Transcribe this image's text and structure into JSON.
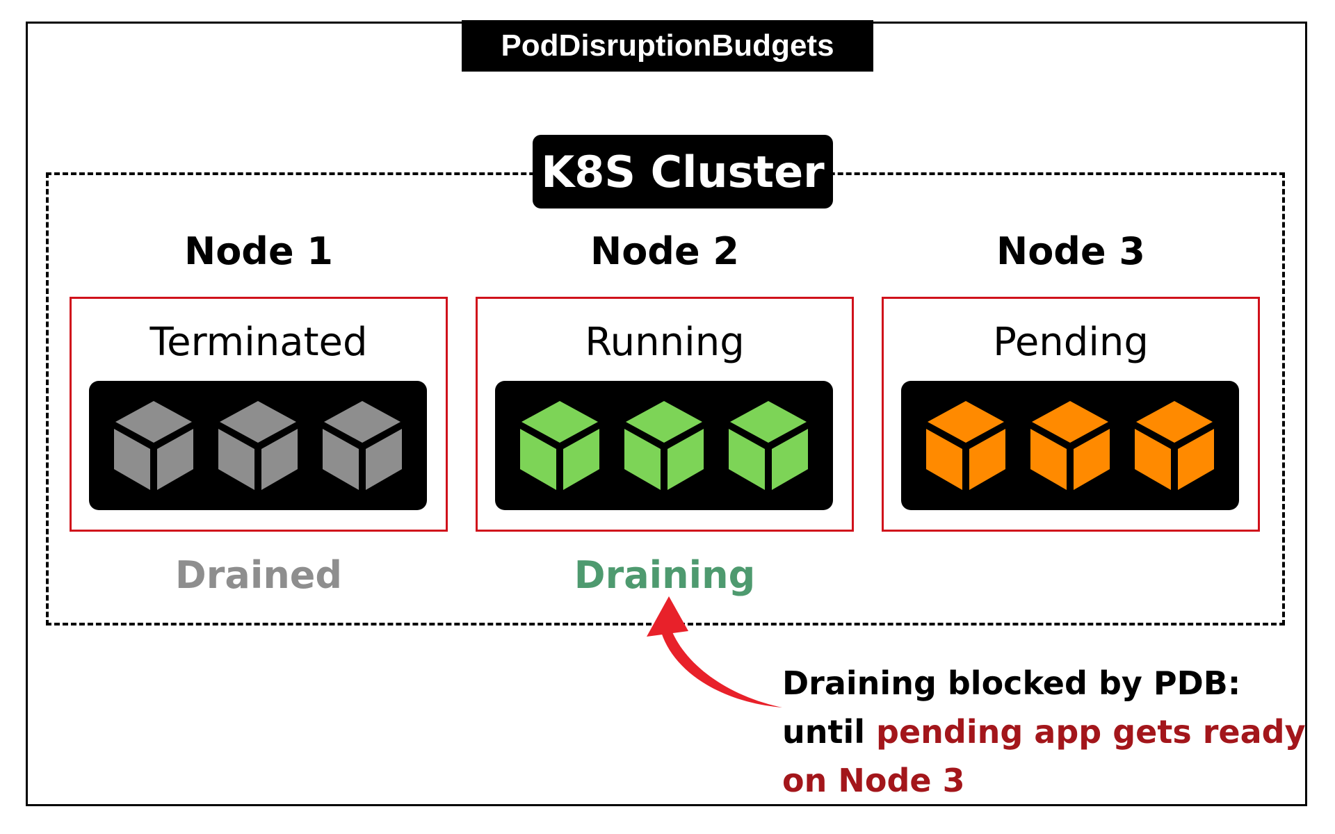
{
  "title": "PodDisruptionBudgets",
  "cluster": {
    "label": "K8S Cluster"
  },
  "nodes": [
    {
      "name": "Node 1",
      "status": "Terminated",
      "pod_color": "#8e8e8e",
      "pod_count": 3,
      "drain_label": "Drained",
      "drain_color": "#8e8e8e"
    },
    {
      "name": "Node 2",
      "status": "Running",
      "pod_color": "#7dd457",
      "pod_count": 3,
      "drain_label": "Draining",
      "drain_color": "#4e9a6f"
    },
    {
      "name": "Node 3",
      "status": "Pending",
      "pod_color": "#ff8a00",
      "pod_count": 3,
      "drain_label": "",
      "drain_color": "#000000"
    }
  ],
  "annotation": {
    "line1": "Draining blocked by PDB:",
    "line2_prefix": "until ",
    "line2_highlight": "pending app gets ready",
    "line3_highlight": "on Node 3",
    "highlight_color": "#a3161b",
    "arrow_color": "#e8212a"
  },
  "colors": {
    "node_border": "#d0111b",
    "pod_container": "#000000"
  }
}
